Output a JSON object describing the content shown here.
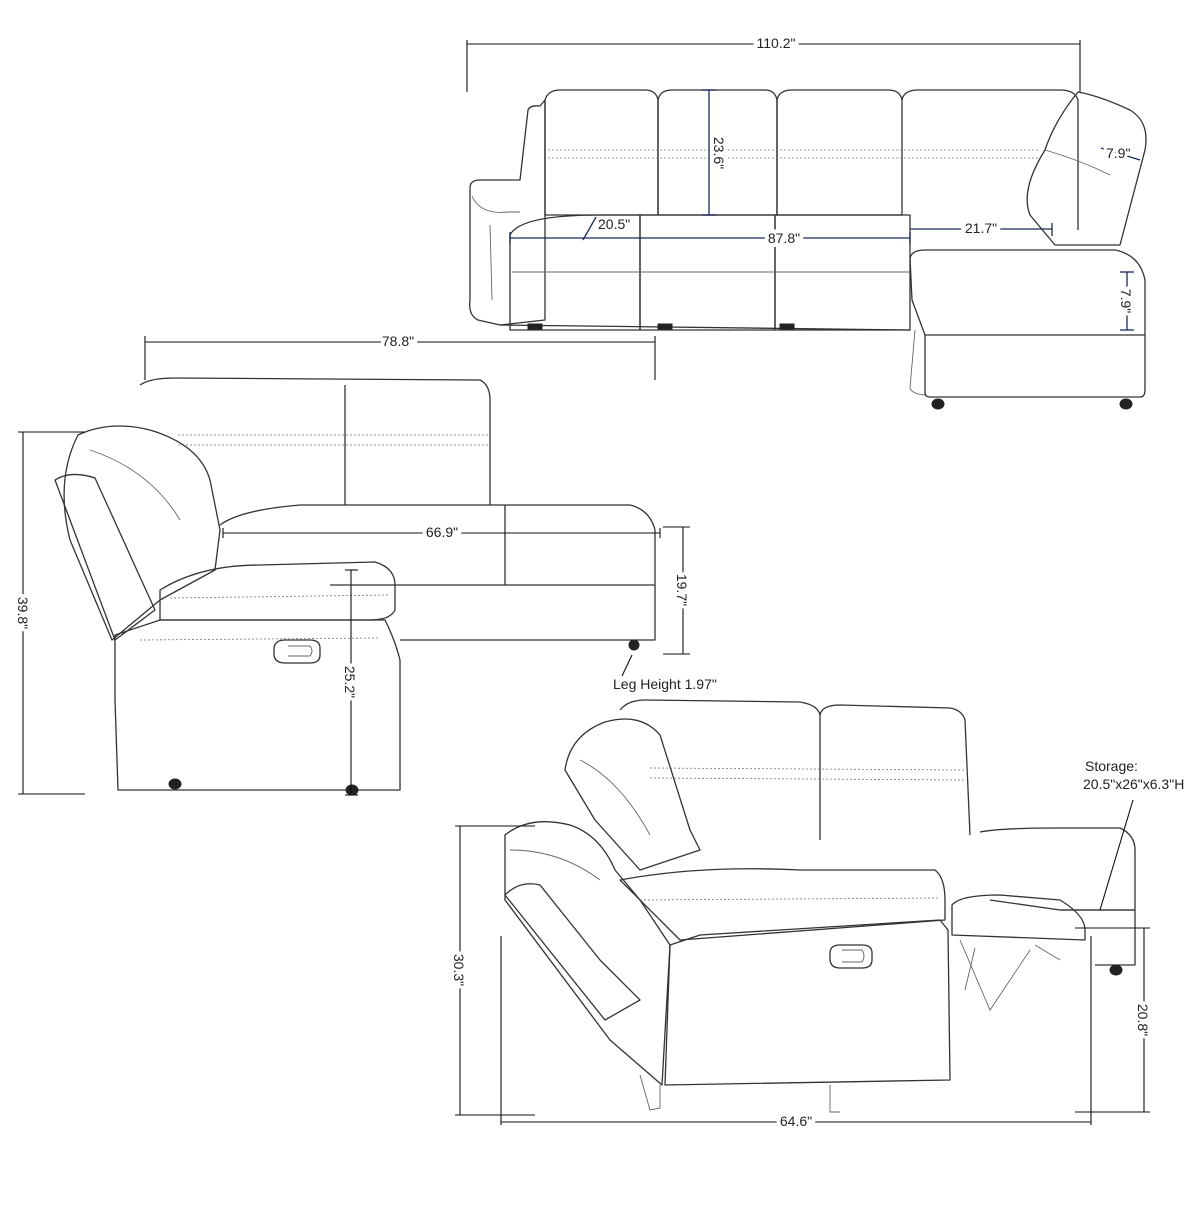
{
  "dimensions": {
    "top_total_width": "110.2\"",
    "top_back_height": "23.6\"",
    "top_arm_width": "7.9\"",
    "top_seat_depth": "20.5\"",
    "top_seat_width": "87.8\"",
    "top_chaise_seat_width": "21.7\"",
    "top_cushion_thickness": "7.9\"",
    "side_total_depth": "78.8\"",
    "side_chaise_length": "66.9\"",
    "side_total_height": "39.8\"",
    "side_seat_height": "19.7\"",
    "side_arm_height": "25.2\"",
    "leg_height": "Leg Height 1.97\"",
    "recline_height": "30.3\"",
    "footrest_height": "20.8\"",
    "recline_depth": "64.6\"",
    "storage_label": "Storage:",
    "storage_size": "20.5\"x26\"x6.3\"H"
  }
}
